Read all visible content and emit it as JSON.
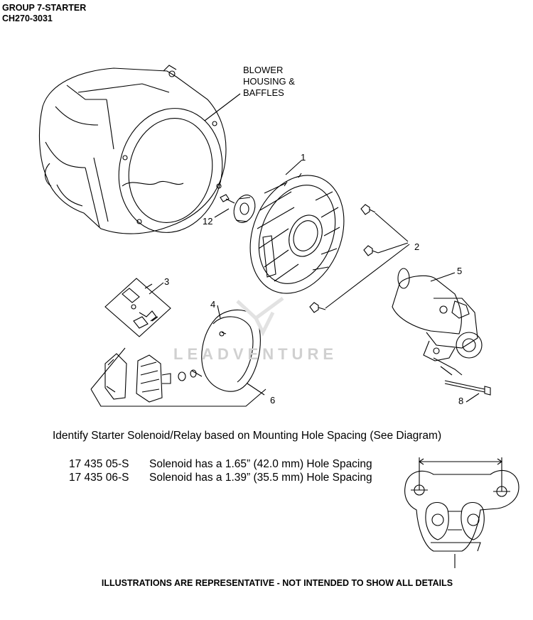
{
  "header": {
    "group": "GROUP 7-STARTER",
    "model": "CH270-3031"
  },
  "labels": {
    "blower": [
      "BLOWER",
      "HOUSING &",
      "BAFFLES"
    ],
    "callouts": [
      "1",
      "2",
      "3",
      "4",
      "5",
      "6",
      "8",
      "12"
    ]
  },
  "watermark": "LEADVENTURE",
  "identify_note": "Identify Starter Solenoid/Relay based on Mounting Hole Spacing (See Diagram)",
  "solenoids": [
    {
      "part": "17 435 05-S",
      "desc": "Solenoid has a 1.65” (42.0 mm) Hole Spacing"
    },
    {
      "part": "17 435 06-S",
      "desc": "Solenoid has a 1.39” (35.5 mm) Hole Spacing"
    }
  ],
  "footer": "ILLUSTRATIONS ARE REPRESENTATIVE - NOT INTENDED TO SHOW ALL DETAILS"
}
